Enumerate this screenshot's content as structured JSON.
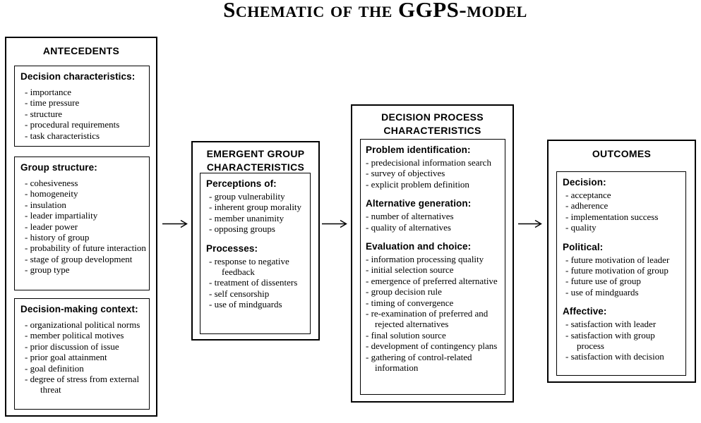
{
  "title": "Schematic of the GGPS-model",
  "bullet": "-",
  "line_color": "#000000",
  "background_color": "#ffffff",
  "boxes": {
    "antecedents": {
      "header": "ANTECEDENTS",
      "groups": [
        {
          "title": "Decision characteristics:",
          "items": [
            "importance",
            "time pressure",
            "structure",
            "procedural requirements",
            "task characteristics"
          ]
        },
        {
          "title": "Group structure:",
          "items": [
            "cohesiveness",
            "homogeneity",
            "insulation",
            "leader impartiality",
            "leader power",
            "history of group",
            "probability of future interaction",
            "stage of group development",
            "group type"
          ]
        },
        {
          "title": "Decision-making context:",
          "items": [
            "organizational political norms",
            "member political motives",
            "prior discussion of issue",
            "prior goal attainment",
            "goal definition",
            "degree of stress from external threat"
          ]
        }
      ]
    },
    "emergent": {
      "header": "EMERGENT GROUP CHARACTERISTICS",
      "groups": [
        {
          "title": "Perceptions of:",
          "items": [
            "group vulnerability",
            "inherent group morality",
            "member unanimity",
            "opposing groups"
          ]
        },
        {
          "title": "Processes:",
          "items": [
            "response to negative feedback",
            "treatment of dissenters",
            "self censorship",
            "use of mindguards"
          ]
        }
      ]
    },
    "decision_process": {
      "header": "DECISION PROCESS CHARACTERISTICS",
      "groups": [
        {
          "title": "Problem identification:",
          "items": [
            "predecisional information search",
            "survey of objectives",
            "explicit problem definition"
          ]
        },
        {
          "title": "Alternative generation:",
          "items": [
            "number of alternatives",
            "quality of alternatives"
          ]
        },
        {
          "title": "Evaluation and choice:",
          "items": [
            "information processing quality",
            "initial selection source",
            "emergence of preferred alternative",
            "group decision rule",
            "timing of convergence",
            "re-examination of preferred and rejected alternatives",
            "final solution source",
            "development of contingency plans",
            "gathering of control-related information"
          ]
        }
      ]
    },
    "outcomes": {
      "header": "OUTCOMES",
      "groups": [
        {
          "title": "Decision:",
          "items": [
            "acceptance",
            "adherence",
            "implementation success",
            "quality"
          ]
        },
        {
          "title": "Political:",
          "items": [
            "future motivation of leader",
            "future motivation of group",
            "future use of group",
            "use of mindguards"
          ]
        },
        {
          "title": "Affective:",
          "items": [
            "satisfaction with leader",
            "satisfaction with group process",
            "satisfaction with decision"
          ]
        }
      ]
    }
  }
}
